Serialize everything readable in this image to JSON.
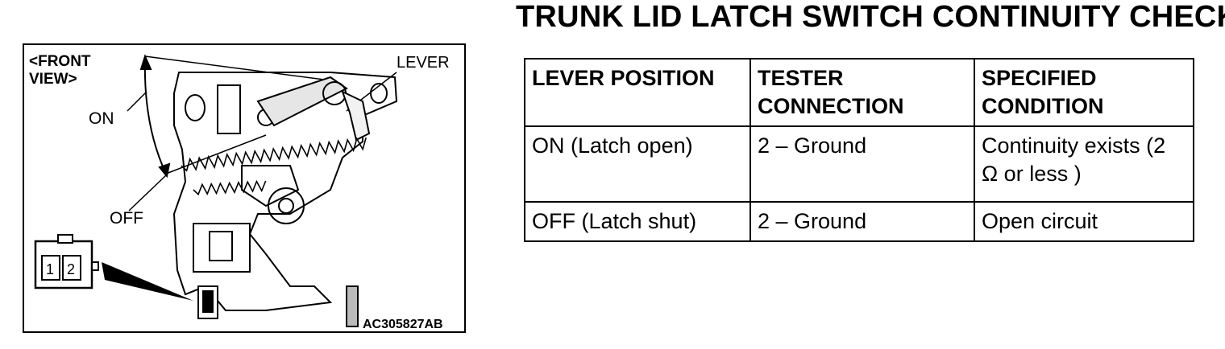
{
  "title": "TRUNK LID LATCH SWITCH CONTINUITY CHECK",
  "diagram": {
    "view_label_line1": "<FRONT",
    "view_label_line2": "VIEW>",
    "lever_label": "LEVER",
    "on_label": "ON",
    "off_label": "OFF",
    "connector_pin_1": "1",
    "connector_pin_2": "2",
    "figure_code": "AC305827AB"
  },
  "table": {
    "headers": {
      "lever_position_line1": "LEVER POSITION",
      "tester_line1": "TESTER",
      "tester_line2": "CONNECTION",
      "specified_line1": "SPECIFIED",
      "specified_line2": "CONDITION"
    },
    "rows": [
      {
        "lever_position": "ON (Latch open)",
        "tester_connection": "2 – Ground",
        "specified_line1": "Continuity exists (2",
        "specified_line2": "Ω or less  )"
      },
      {
        "lever_position": "OFF (Latch shut)",
        "tester_connection": "2 – Ground",
        "specified_line1": "Open circuit",
        "specified_line2": ""
      }
    ]
  }
}
